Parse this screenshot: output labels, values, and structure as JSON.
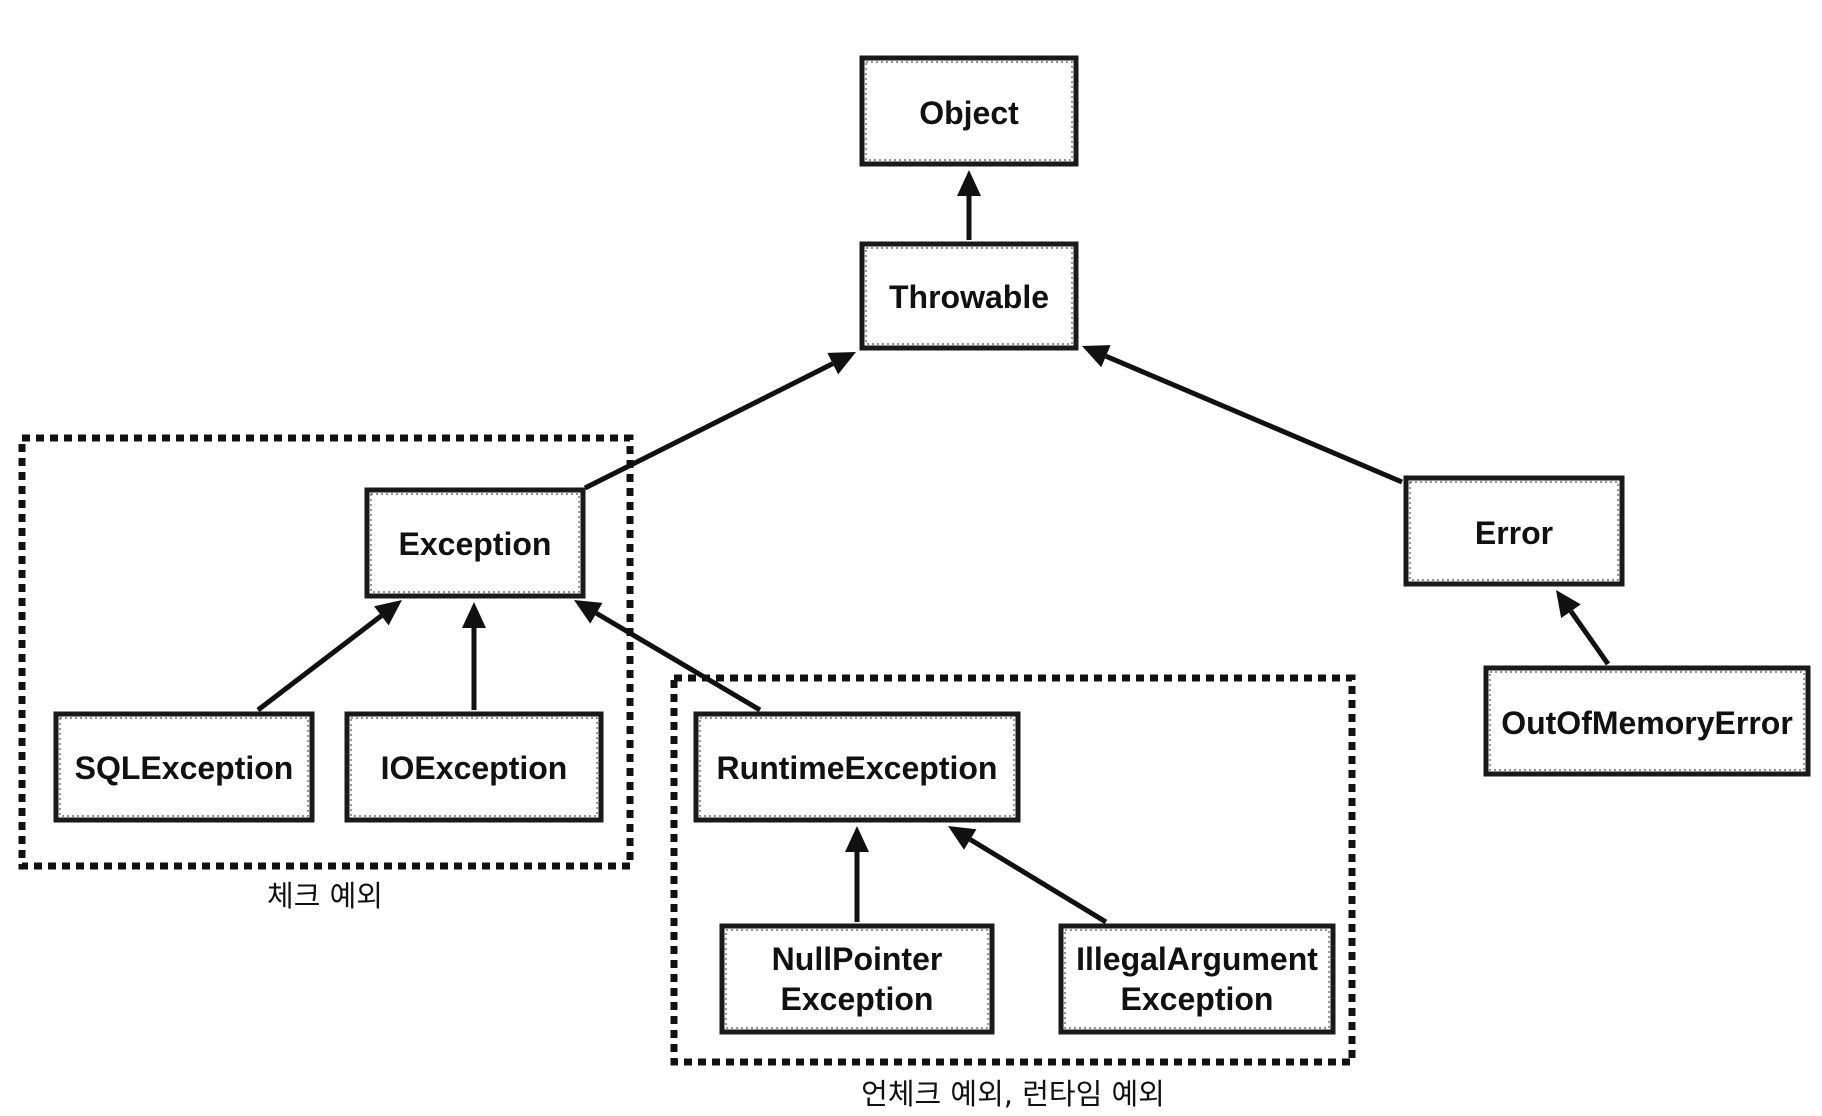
{
  "nodes": {
    "object": "Object",
    "throwable": "Throwable",
    "exception": "Exception",
    "error": "Error",
    "sql_exception": "SQLException",
    "io_exception": "IOException",
    "runtime_exception": "RuntimeException",
    "out_of_memory_error": "OutOfMemoryError",
    "null_pointer_exception": [
      "NullPointer",
      "Exception"
    ],
    "illegal_argument_exception": [
      "IllegalArgument",
      "Exception"
    ]
  },
  "groups": {
    "checked": "체크 예외",
    "unchecked": "언체크 예외, 런타임 예외"
  },
  "edges": [
    {
      "from": "throwable",
      "to": "object"
    },
    {
      "from": "exception",
      "to": "throwable"
    },
    {
      "from": "error",
      "to": "throwable"
    },
    {
      "from": "sql_exception",
      "to": "exception"
    },
    {
      "from": "io_exception",
      "to": "exception"
    },
    {
      "from": "runtime_exception",
      "to": "exception"
    },
    {
      "from": "out_of_memory_error",
      "to": "error"
    },
    {
      "from": "null_pointer_exception",
      "to": "runtime_exception"
    },
    {
      "from": "illegal_argument_exception",
      "to": "runtime_exception"
    }
  ]
}
